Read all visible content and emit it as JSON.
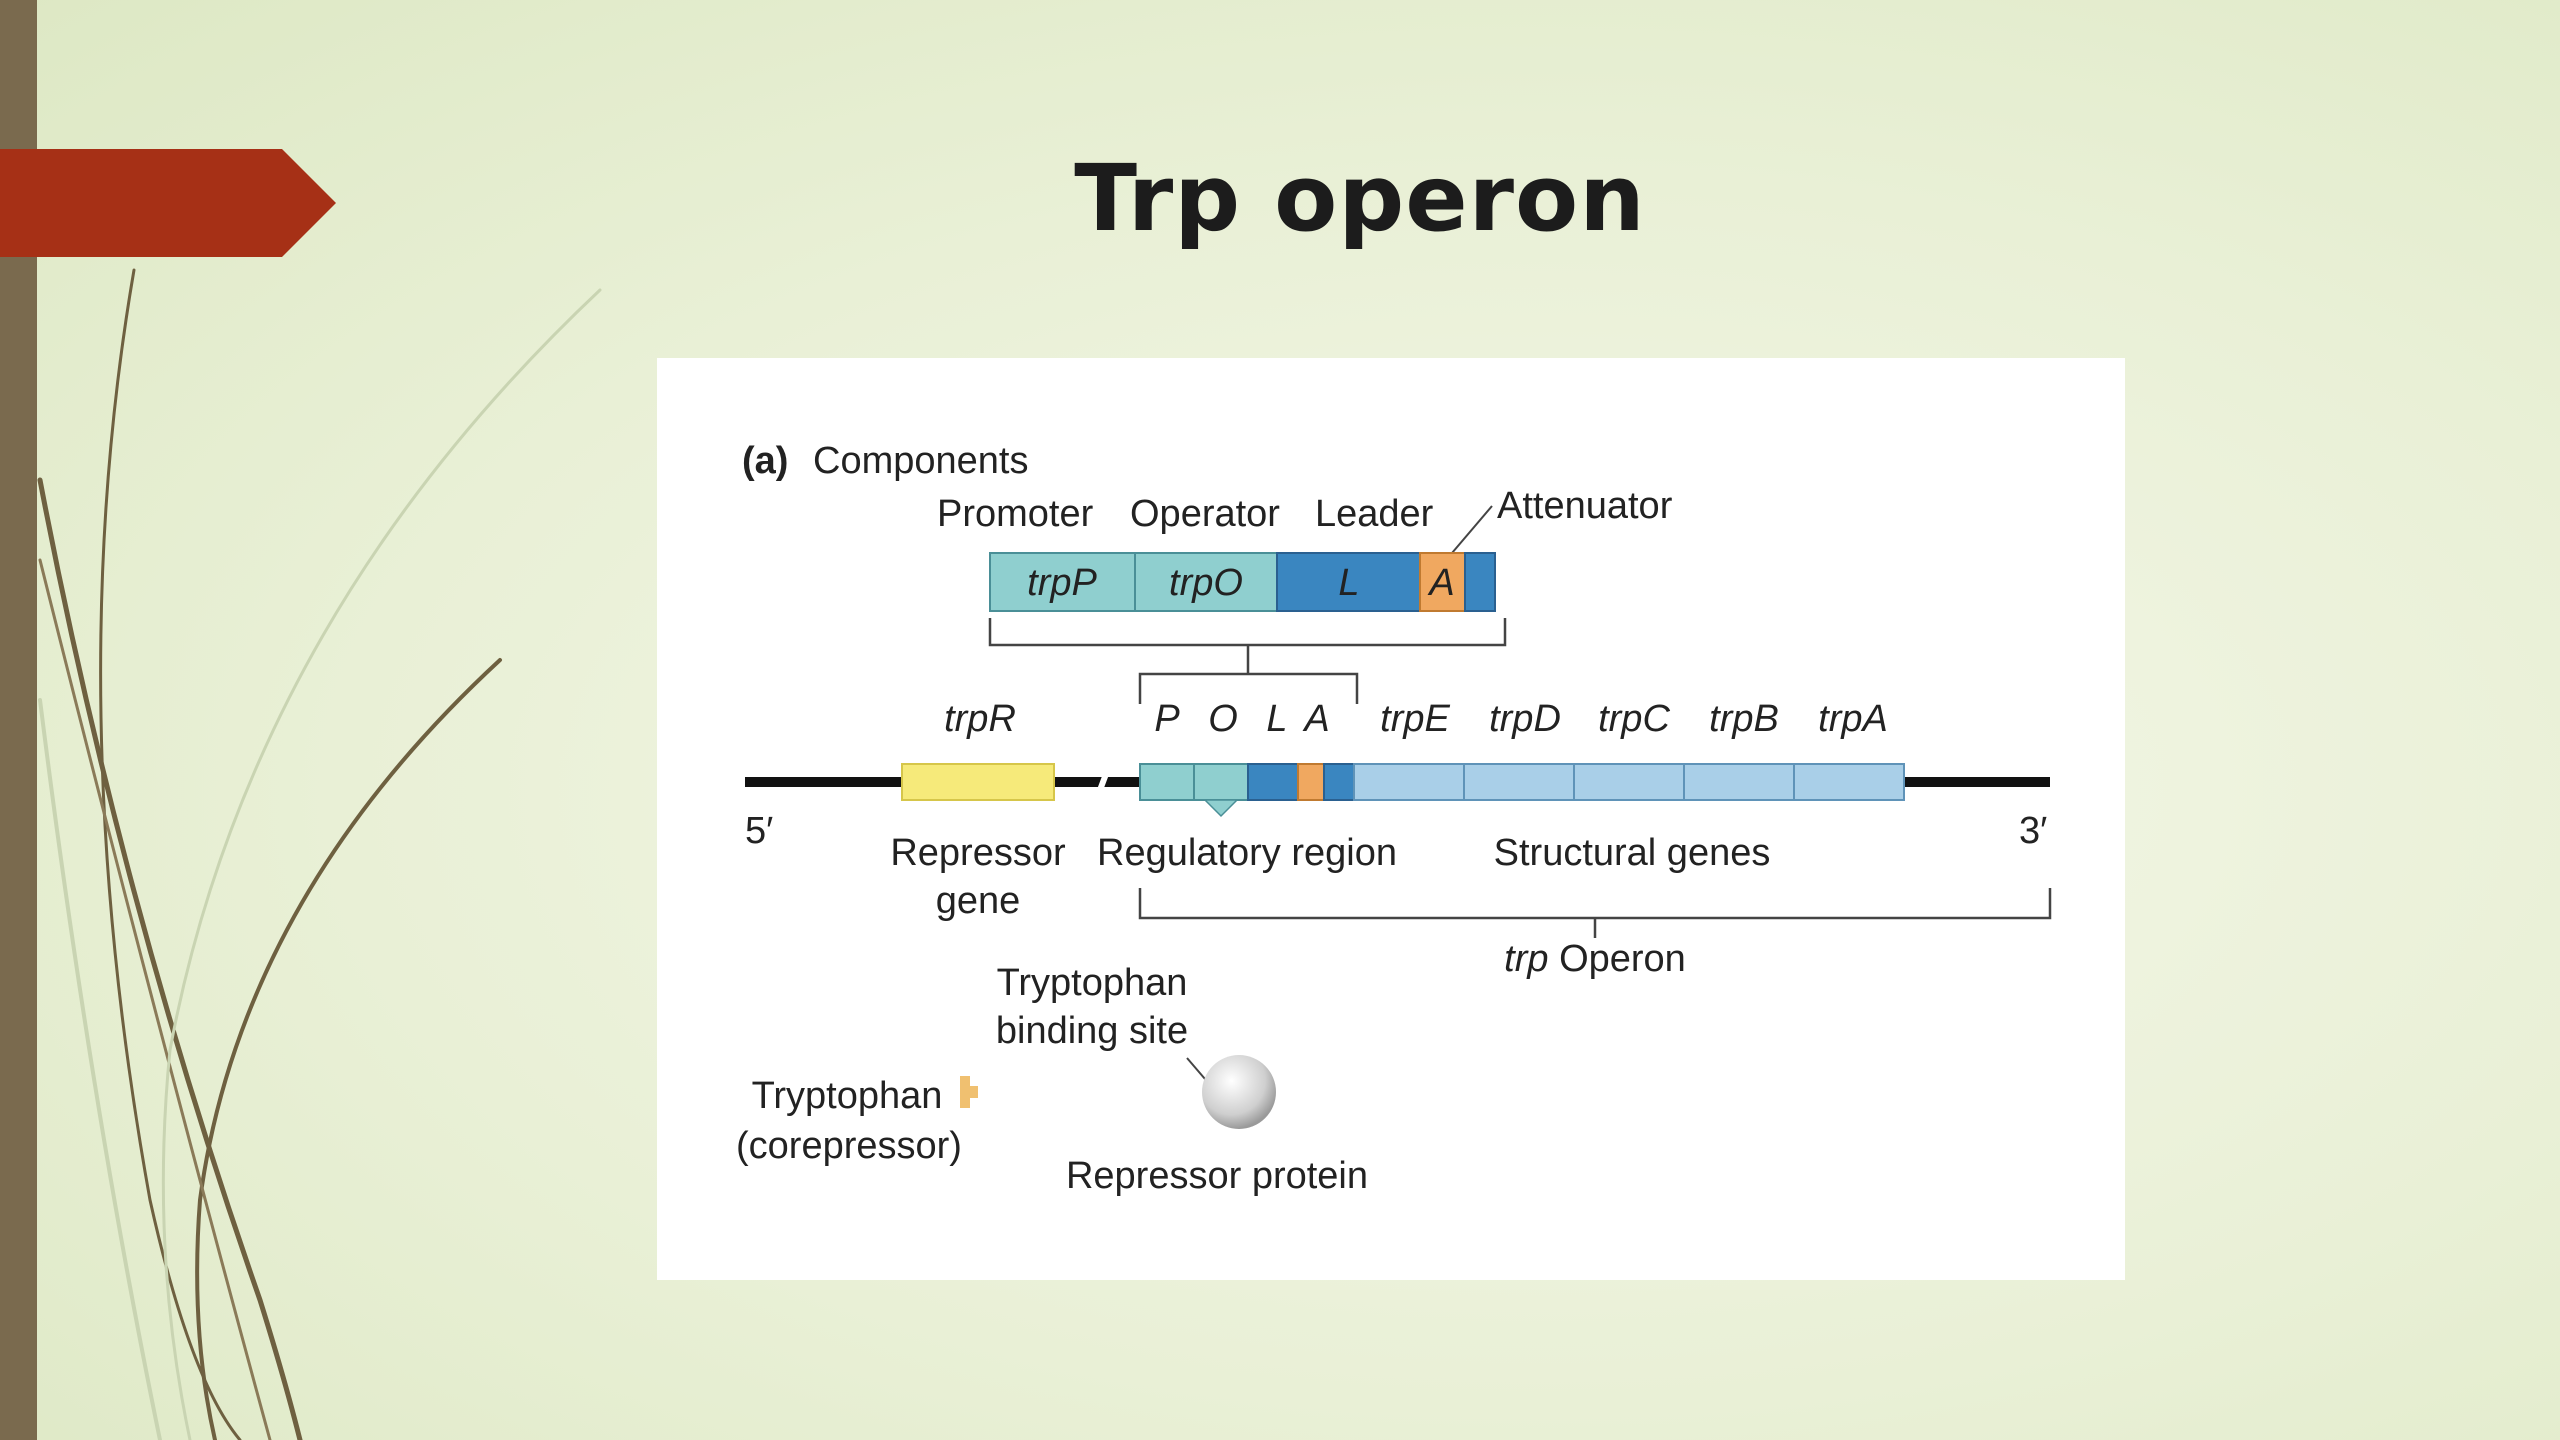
{
  "slide": {
    "title": "Trp operon"
  },
  "figure": {
    "panel_label": "(a)",
    "panel_title": "Components",
    "components": {
      "promoter": "Promoter",
      "operator": "Operator",
      "leader": "Leader",
      "attenuator": "Attenuator",
      "seg_trpP": "trpP",
      "seg_trpO": "trpO",
      "seg_L": "L",
      "seg_A": "A"
    },
    "chromosome": {
      "five_prime": "5′",
      "three_prime": "3′",
      "trpR": "trpR",
      "reg_P": "P",
      "reg_O": "O",
      "reg_L": "L",
      "reg_A": "A",
      "genes": [
        "trpE",
        "trpD",
        "trpC",
        "trpB",
        "trpA"
      ],
      "repressor_gene_line1": "Repressor",
      "repressor_gene_line2": "gene",
      "regulatory_region": "Regulatory region",
      "structural_genes": "Structural genes",
      "operon_italic": "trp",
      "operon_rest": " Operon"
    },
    "proteins": {
      "binding_line1": "Tryptophan",
      "binding_line2": "binding site",
      "trp_line1": "Tryptophan",
      "trp_line2": "(corepressor)",
      "repressor_protein": "Repressor protein"
    }
  },
  "colors": {
    "banner": "#a63016",
    "sidebar": "#7a6a4e",
    "teal": "#8fcfcf",
    "blue": "#3a86c0",
    "orange": "#f0a860",
    "light_blue": "#a9cfe8",
    "yellow": "#f6ea7a"
  }
}
